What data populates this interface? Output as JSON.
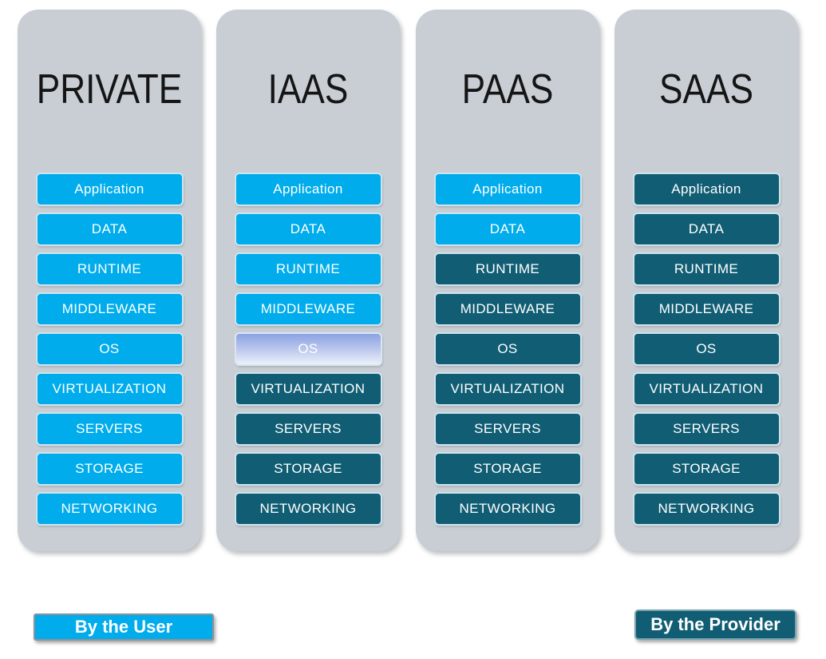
{
  "colors": {
    "user_fill": "#00ACEC",
    "provider_fill": "#115E74",
    "shared_gradient_top": "#8CA2E4",
    "shared_gradient_bottom": "#EAF1F9",
    "column_background": "#C9CED5"
  },
  "columns": [
    {
      "id": "private",
      "title": "PRIVATE",
      "layers": [
        {
          "label": "Application",
          "managed_by": "user"
        },
        {
          "label": "DATA",
          "managed_by": "user"
        },
        {
          "label": "RUNTIME",
          "managed_by": "user"
        },
        {
          "label": "MIDDLEWARE",
          "managed_by": "user"
        },
        {
          "label": "OS",
          "managed_by": "user"
        },
        {
          "label": "VIRTUALIZATION",
          "managed_by": "user"
        },
        {
          "label": "SERVERS",
          "managed_by": "user"
        },
        {
          "label": "STORAGE",
          "managed_by": "user"
        },
        {
          "label": "NETWORKING",
          "managed_by": "user"
        }
      ]
    },
    {
      "id": "iaas",
      "title": "IAAS",
      "layers": [
        {
          "label": "Application",
          "managed_by": "user"
        },
        {
          "label": "DATA",
          "managed_by": "user"
        },
        {
          "label": "RUNTIME",
          "managed_by": "user"
        },
        {
          "label": "MIDDLEWARE",
          "managed_by": "user"
        },
        {
          "label": "OS",
          "managed_by": "shared"
        },
        {
          "label": "VIRTUALIZATION",
          "managed_by": "provider"
        },
        {
          "label": "SERVERS",
          "managed_by": "provider"
        },
        {
          "label": "STORAGE",
          "managed_by": "provider"
        },
        {
          "label": "NETWORKING",
          "managed_by": "provider"
        }
      ]
    },
    {
      "id": "paas",
      "title": "PAAS",
      "layers": [
        {
          "label": "Application",
          "managed_by": "user"
        },
        {
          "label": "DATA",
          "managed_by": "user"
        },
        {
          "label": "RUNTIME",
          "managed_by": "provider"
        },
        {
          "label": "MIDDLEWARE",
          "managed_by": "provider"
        },
        {
          "label": "OS",
          "managed_by": "provider"
        },
        {
          "label": "VIRTUALIZATION",
          "managed_by": "provider"
        },
        {
          "label": "SERVERS",
          "managed_by": "provider"
        },
        {
          "label": "STORAGE",
          "managed_by": "provider"
        },
        {
          "label": "NETWORKING",
          "managed_by": "provider"
        }
      ]
    },
    {
      "id": "saas",
      "title": "SAAS",
      "layers": [
        {
          "label": "Application",
          "managed_by": "provider"
        },
        {
          "label": "DATA",
          "managed_by": "provider"
        },
        {
          "label": "RUNTIME",
          "managed_by": "provider"
        },
        {
          "label": "MIDDLEWARE",
          "managed_by": "provider"
        },
        {
          "label": "OS",
          "managed_by": "provider"
        },
        {
          "label": "VIRTUALIZATION",
          "managed_by": "provider"
        },
        {
          "label": "SERVERS",
          "managed_by": "provider"
        },
        {
          "label": "STORAGE",
          "managed_by": "provider"
        },
        {
          "label": "NETWORKING",
          "managed_by": "provider"
        }
      ]
    }
  ],
  "legend": {
    "user": {
      "label": "By the User"
    },
    "provider": {
      "label": "By the Provider"
    }
  }
}
